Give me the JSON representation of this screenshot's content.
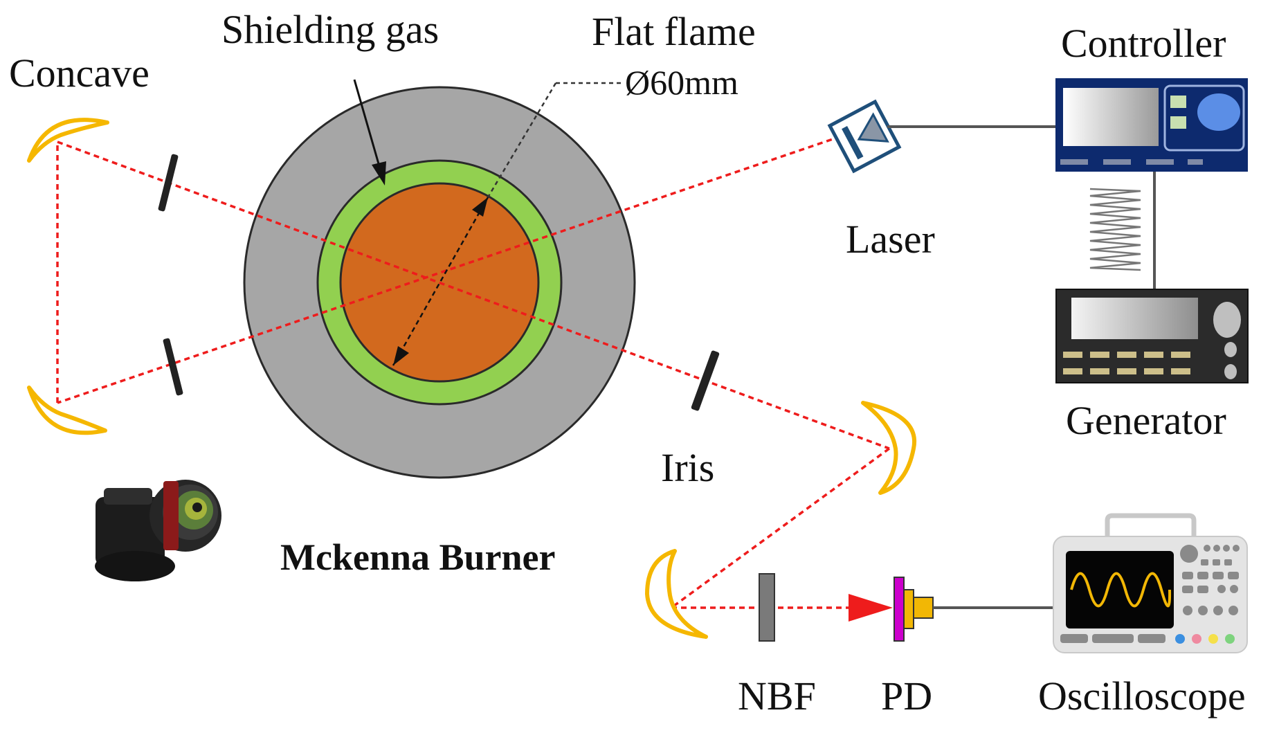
{
  "labels": {
    "concave": "Concave",
    "shielding_gas": "Shielding gas",
    "flat_flame": "Flat flame",
    "diameter": "Ø60mm",
    "controller": "Controller",
    "laser": "Laser",
    "generator": "Generator",
    "iris": "Iris",
    "burner": "Mckenna Burner",
    "nbf": "NBF",
    "pd": "PD",
    "oscilloscope": "Oscilloscope"
  },
  "colors": {
    "beam": "#ee1c1c",
    "burner_outer": "#a6a6a6",
    "shield_ring": "#92d050",
    "flame": "#d2691e",
    "mirror": "#f5b700",
    "controller_body": "#0d2a6e",
    "generator_body": "#2b2b2b",
    "oscilloscope_wave": "#f2b705",
    "photodiode": "#cc00cc"
  }
}
